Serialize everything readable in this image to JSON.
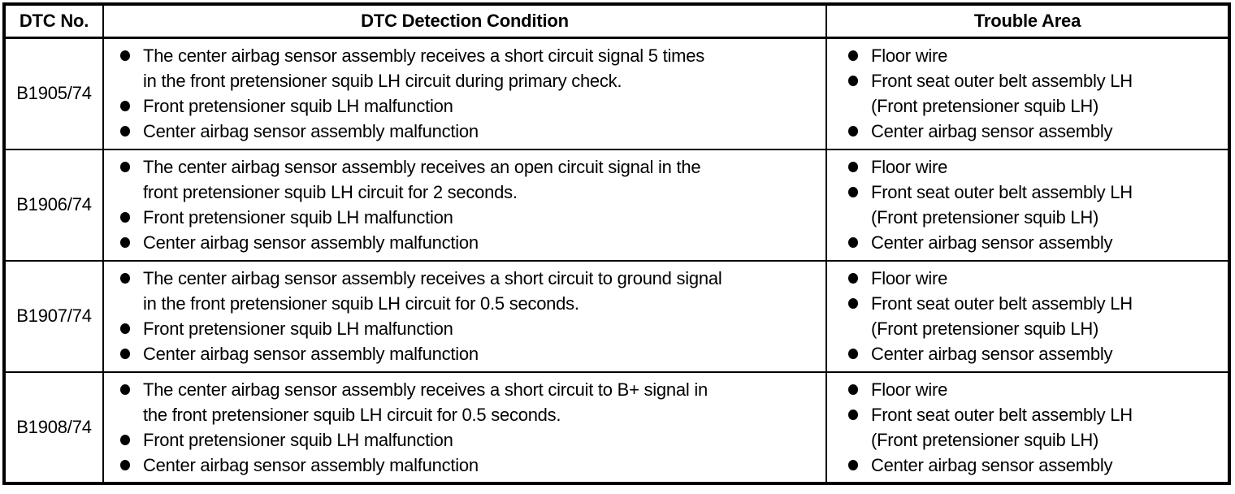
{
  "colors": {
    "text": "#000000",
    "background": "#ffffff",
    "border": "#000000"
  },
  "header": {
    "dtc_no": "DTC No.",
    "detection_condition": "DTC Detection Condition",
    "trouble_area": "Trouble Area"
  },
  "rows": [
    {
      "dtc_no": "B1905/74",
      "conditions": [
        "The center airbag sensor assembly receives a short circuit signal 5 times\nin the front pretensioner squib LH circuit during primary check.",
        "Front pretensioner squib LH malfunction",
        "Center airbag sensor assembly malfunction"
      ],
      "trouble_areas": [
        "Floor wire",
        "Front seat outer belt assembly LH\n(Front pretensioner squib LH)",
        "Center airbag sensor assembly"
      ]
    },
    {
      "dtc_no": "B1906/74",
      "conditions": [
        "The center airbag sensor assembly receives an open circuit signal in the\nfront pretensioner squib LH circuit for 2 seconds.",
        "Front pretensioner squib LH malfunction",
        "Center airbag sensor assembly malfunction"
      ],
      "trouble_areas": [
        "Floor wire",
        "Front seat outer belt assembly LH\n(Front pretensioner squib LH)",
        "Center airbag sensor assembly"
      ]
    },
    {
      "dtc_no": "B1907/74",
      "conditions": [
        "The center airbag sensor assembly receives a short circuit to ground signal\nin the front pretensioner squib LH circuit for 0.5 seconds.",
        "Front pretensioner squib LH malfunction",
        "Center airbag sensor assembly malfunction"
      ],
      "trouble_areas": [
        "Floor wire",
        "Front seat outer belt assembly LH\n(Front pretensioner squib LH)",
        "Center airbag sensor assembly"
      ]
    },
    {
      "dtc_no": "B1908/74",
      "conditions": [
        "The center airbag sensor assembly receives a short circuit to B+ signal in\nthe front pretensioner squib LH circuit for 0.5 seconds.",
        "Front pretensioner squib LH malfunction",
        "Center airbag sensor assembly malfunction"
      ],
      "trouble_areas": [
        "Floor wire",
        "Front seat outer belt assembly LH\n(Front pretensioner squib LH)",
        "Center airbag sensor assembly"
      ]
    }
  ]
}
